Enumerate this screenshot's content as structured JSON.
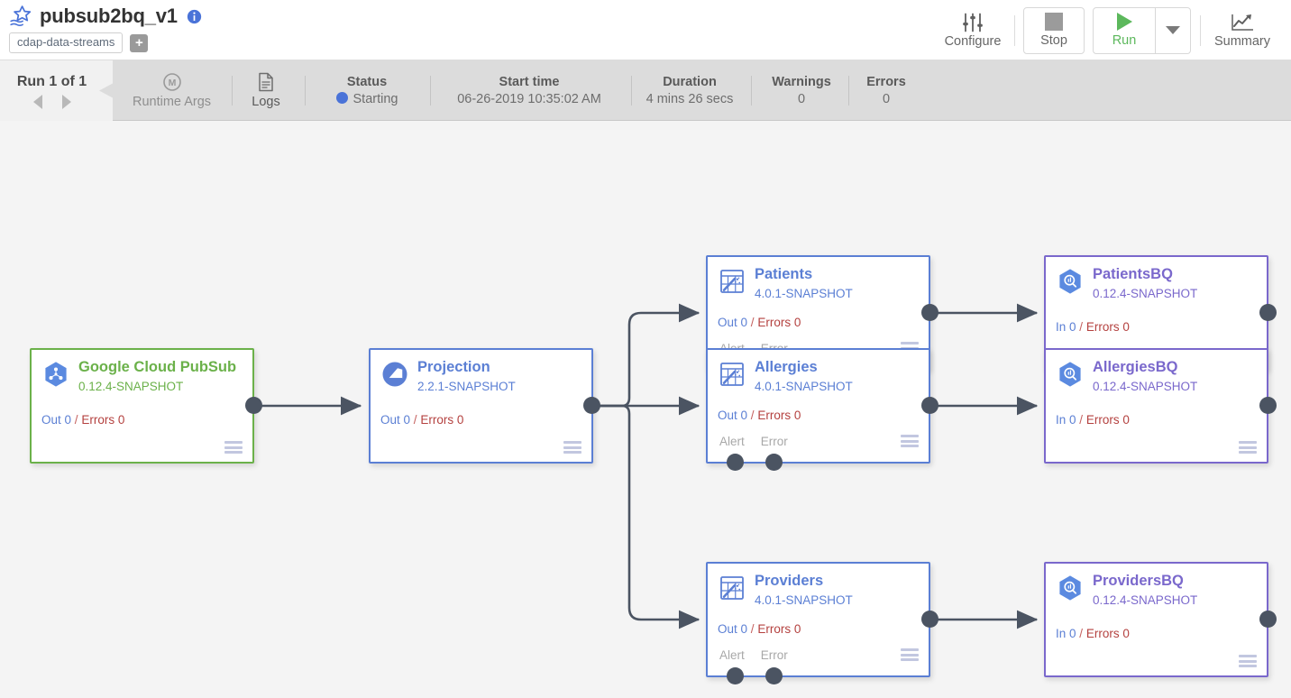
{
  "header": {
    "pipeline_name": "pubsub2bq_v1",
    "logo_icon": "pipeline-star-icon",
    "info_icon": "info-icon",
    "tag": "cdap-data-streams",
    "add_tag_label": "+"
  },
  "toolbar": {
    "configure_label": "Configure",
    "configure_icon": "sliders-icon",
    "stop_label": "Stop",
    "stop_icon": "stop-square-icon",
    "run_label": "Run",
    "run_icon": "play-triangle-icon",
    "run_caret_icon": "chevron-down-icon",
    "summary_label": "Summary",
    "summary_icon": "line-chart-icon"
  },
  "statusbar": {
    "run_label": "Run 1 of 1",
    "prev_icon": "chevron-left-icon",
    "next_icon": "chevron-right-icon",
    "runtime_args_label": "Runtime Args",
    "runtime_args_icon": "macro-m-icon",
    "logs_label": "Logs",
    "logs_icon": "document-icon",
    "status_head": "Status",
    "status_value": "Starting",
    "status_color": "#4a73d8",
    "start_time_head": "Start time",
    "start_time_value": "06-26-2019 10:35:02 AM",
    "duration_head": "Duration",
    "duration_value": "4 mins 26 secs",
    "warnings_head": "Warnings",
    "warnings_value": "0",
    "errors_head": "Errors",
    "errors_value": "0"
  },
  "colors": {
    "source_accent": "#6bb14a",
    "transform_accent": "#5b7fd4",
    "sink_accent": "#7a68cc",
    "metric_out": "#5b7fd4",
    "metric_error": "#b4413f",
    "canvas_bg": "#f4f4f4"
  },
  "nodes": [
    {
      "id": "pubsub",
      "kind": "source",
      "title": "Google Cloud PubSub",
      "version": "0.12.4-SNAPSHOT",
      "icon": "google-pubsub-icon",
      "metrics_prefix": "Out 0",
      "metrics_sep": "/",
      "metrics_errors": "Errors 0",
      "ports": [],
      "menu_icon": "hamburger-menu-icon"
    },
    {
      "id": "projection",
      "kind": "transform",
      "title": "Projection",
      "version": "2.2.1-SNAPSHOT",
      "icon": "projection-icon",
      "metrics_prefix": "Out 0",
      "metrics_sep": "/",
      "metrics_errors": "Errors 0",
      "ports": [],
      "menu_icon": "hamburger-menu-icon"
    },
    {
      "id": "patients",
      "kind": "transform",
      "title": "Patients",
      "version": "4.0.1-SNAPSHOT",
      "icon": "wrangler-icon",
      "metrics_prefix": "Out 0",
      "metrics_sep": "/",
      "metrics_errors": "Errors 0",
      "ports": [
        "Alert",
        "Error"
      ],
      "menu_icon": "hamburger-menu-icon"
    },
    {
      "id": "allergies",
      "kind": "transform",
      "title": "Allergies",
      "version": "4.0.1-SNAPSHOT",
      "icon": "wrangler-icon",
      "metrics_prefix": "Out 0",
      "metrics_sep": "/",
      "metrics_errors": "Errors 0",
      "ports": [
        "Alert",
        "Error"
      ],
      "menu_icon": "hamburger-menu-icon"
    },
    {
      "id": "providers",
      "kind": "transform",
      "title": "Providers",
      "version": "4.0.1-SNAPSHOT",
      "icon": "wrangler-icon",
      "metrics_prefix": "Out 0",
      "metrics_sep": "/",
      "metrics_errors": "Errors 0",
      "ports": [
        "Alert",
        "Error"
      ],
      "menu_icon": "hamburger-menu-icon"
    },
    {
      "id": "patientsbq",
      "kind": "sink",
      "title": "PatientsBQ",
      "version": "0.12.4-SNAPSHOT",
      "icon": "bigquery-icon",
      "metrics_prefix": "In 0",
      "metrics_sep": "/",
      "metrics_errors": "Errors 0",
      "ports": [],
      "menu_icon": "hamburger-menu-icon"
    },
    {
      "id": "allergiesbq",
      "kind": "sink",
      "title": "AllergiesBQ",
      "version": "0.12.4-SNAPSHOT",
      "icon": "bigquery-icon",
      "metrics_prefix": "In 0",
      "metrics_sep": "/",
      "metrics_errors": "Errors 0",
      "ports": [],
      "menu_icon": "hamburger-menu-icon"
    },
    {
      "id": "providersbq",
      "kind": "sink",
      "title": "ProvidersBQ",
      "version": "0.12.4-SNAPSHOT",
      "icon": "bigquery-icon",
      "metrics_prefix": "In 0",
      "metrics_sep": "/",
      "metrics_errors": "Errors 0",
      "ports": [],
      "menu_icon": "hamburger-menu-icon"
    }
  ]
}
